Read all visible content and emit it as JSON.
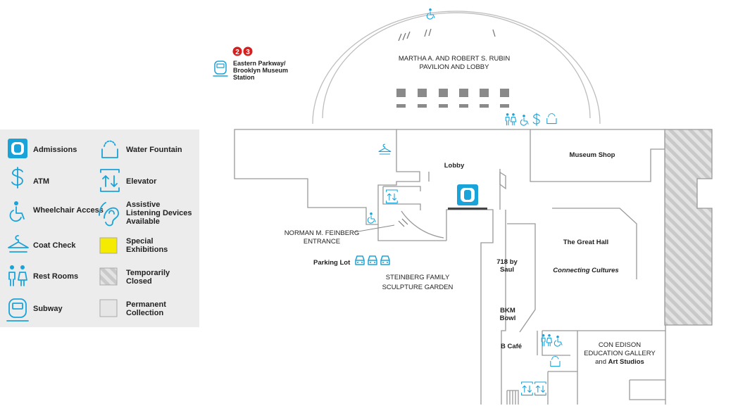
{
  "legend": {
    "items": [
      {
        "icon": "admissions-icon",
        "label": "Admissions"
      },
      {
        "icon": "atm-icon",
        "label": "ATM"
      },
      {
        "icon": "wheelchair-icon",
        "label": "Wheelchair Access"
      },
      {
        "icon": "coat-check-icon",
        "label": "Coat Check"
      },
      {
        "icon": "rest-rooms-icon",
        "label": "Rest Rooms"
      },
      {
        "icon": "subway-icon",
        "label": "Subway"
      },
      {
        "icon": "water-fountain-icon",
        "label": "Water Fountain"
      },
      {
        "icon": "elevator-icon",
        "label": "Elevator"
      },
      {
        "icon": "hearing-icon",
        "label": "Assistive Listening Devices Available"
      },
      {
        "icon": "swatch-yellow",
        "label": "Special Exhibitions"
      },
      {
        "icon": "swatch-hatched",
        "label": "Temporarily Closed"
      },
      {
        "icon": "swatch-gray",
        "label": "Permanent Collection"
      }
    ],
    "swatch_colors": {
      "special": "#f5eb00",
      "closed": "#d9d9d9",
      "permanent": "#e6e6e6"
    }
  },
  "colors": {
    "accent": "#1aa3d9",
    "subway_red": "#d6201f",
    "walls": "#999999"
  },
  "subway": {
    "lines": [
      "2",
      "3"
    ],
    "station_label": [
      "Eastern Parkway/",
      "Brooklyn Museum",
      "Station"
    ]
  },
  "places": {
    "pavilion": [
      "MARTHA A. AND ROBERT S. RUBIN",
      "PAVILION AND LOBBY"
    ],
    "lobby": "Lobby",
    "museum_shop": "Museum Shop",
    "great_hall": "The Great Hall",
    "connecting_cultures": "Connecting Cultures",
    "entrance": [
      "NORMAN M. FEINBERG",
      "ENTRANCE"
    ],
    "parking_lot": "Parking Lot",
    "sculpture_garden": [
      "STEINBERG FAMILY",
      "SCULPTURE GARDEN"
    ],
    "saul": [
      "718 by",
      "Saul"
    ],
    "bkm_bowl": [
      "BKM",
      "Bowl"
    ],
    "b_cafe": "B Café",
    "education": [
      "CON EDISON",
      "EDUCATION GALLERY"
    ],
    "education_and": "and",
    "art_studios": "Art Studios"
  }
}
